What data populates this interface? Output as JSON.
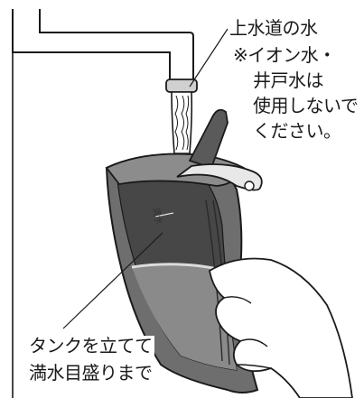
{
  "labels": {
    "water_source": "上水道の水",
    "warning_lines": [
      "※イオン水・",
      "井戸水は",
      "使用しないで",
      "ください。"
    ],
    "fill_instruction_lines": [
      "タンクを立てて",
      "満水目盛りまで"
    ],
    "tank_marking": "満水"
  },
  "colors": {
    "line": "#1a1a1a",
    "tank_body": "#6e6e6e",
    "tank_dark": "#3d3d3d",
    "tank_light": "#b8b8b8",
    "water": "#dcdcdc",
    "background": "#ffffff"
  }
}
